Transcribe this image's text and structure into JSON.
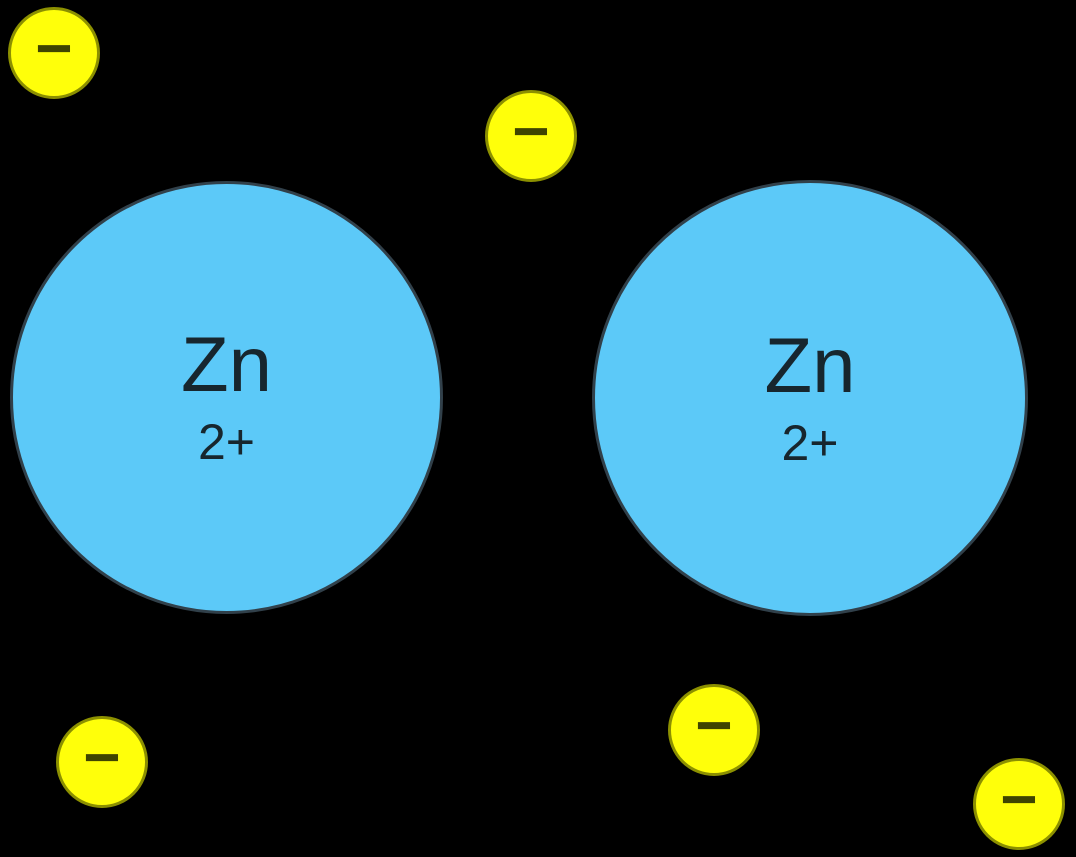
{
  "diagram": {
    "ions": [
      {
        "symbol": "Zn",
        "charge": "2+"
      },
      {
        "symbol": "Zn",
        "charge": "2+"
      }
    ],
    "electrons": [
      {
        "label": "−"
      },
      {
        "label": "−"
      },
      {
        "label": "−"
      },
      {
        "label": "−"
      },
      {
        "label": "−"
      }
    ],
    "colors": {
      "background": "#000000",
      "ion_fill": "#5cc9f8",
      "ion_stroke": "#31404a",
      "ion_text": "#17262e",
      "electron_fill": "#ffff0a",
      "electron_stroke": "#8c9000",
      "minus_color": "#3f4400"
    }
  }
}
